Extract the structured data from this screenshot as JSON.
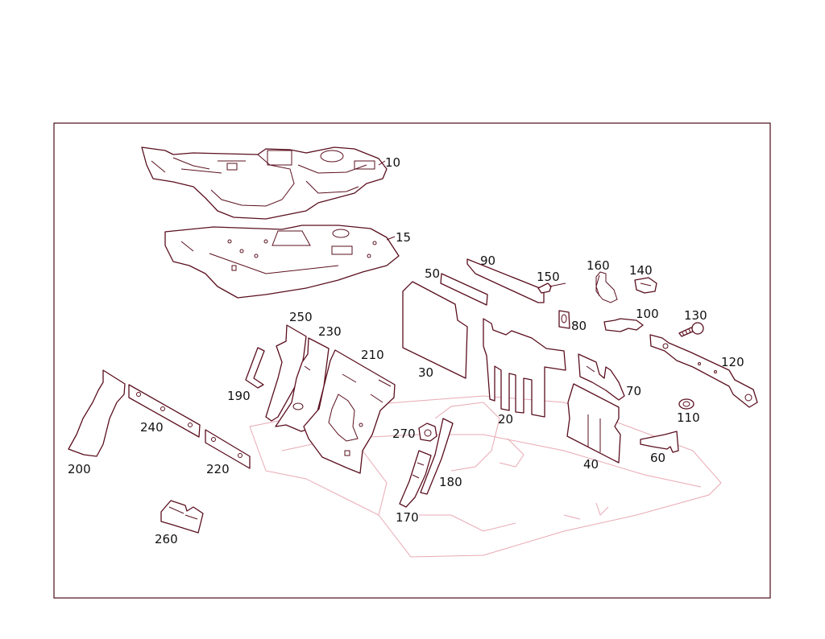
{
  "diagram": {
    "colors": {
      "line": "#5a0f1e",
      "ghost_body": "#e8a9b4",
      "label": "#111111",
      "background": "#ffffff"
    },
    "callouts": {
      "p10": "10",
      "p15": "15",
      "p20": "20",
      "p30": "30",
      "p40": "40",
      "p50": "50",
      "p60": "60",
      "p70": "70",
      "p80": "80",
      "p90": "90",
      "p100": "100",
      "p110": "110",
      "p120": "120",
      "p130": "130",
      "p140": "140",
      "p150": "150",
      "p160": "160",
      "p170": "170",
      "p180": "180",
      "p190": "190",
      "p200": "200",
      "p210": "210",
      "p220": "220",
      "p230": "230",
      "p240": "240",
      "p250": "250",
      "p260": "260",
      "p270": "270"
    }
  }
}
